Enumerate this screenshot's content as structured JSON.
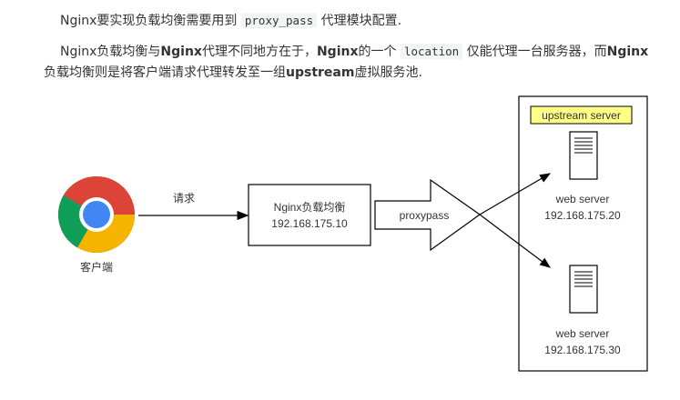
{
  "paragraphs": {
    "p1": {
      "before": "Nginx要实现负载均衡需要用到",
      "code": "proxy_pass",
      "after": "代理模块配置."
    },
    "p2": {
      "t1": "Nginx负载均衡与",
      "b1": "Nginx",
      "t2": "代理不同地方在于，",
      "b2": "Nginx",
      "t3": "的一个",
      "code": "location",
      "t4": "仅能代理一台服务器，而",
      "b3": "Nginx"
    },
    "p3": {
      "t1": "负载均衡则是将客户端请求代理转发至一组",
      "b1": "upstream",
      "t2": "虚拟服务池."
    }
  },
  "diagram": {
    "client_label": "客户端",
    "request_label": "请求",
    "lb_title": "Nginx负载均衡",
    "lb_ip": "192.168.175.10",
    "proxypass_label": "proxypass",
    "upstream_label": "upstream server",
    "server1_name": "web server",
    "server1_ip": "192.168.175.20",
    "server2_name": "web server",
    "server2_ip": "192.168.175.30"
  },
  "colors": {
    "chrome_red": "#db4437",
    "chrome_green": "#0f9d58",
    "chrome_yellow": "#f4b400",
    "chrome_blue": "#4285f4",
    "upstream_fill": "#ffff88"
  }
}
